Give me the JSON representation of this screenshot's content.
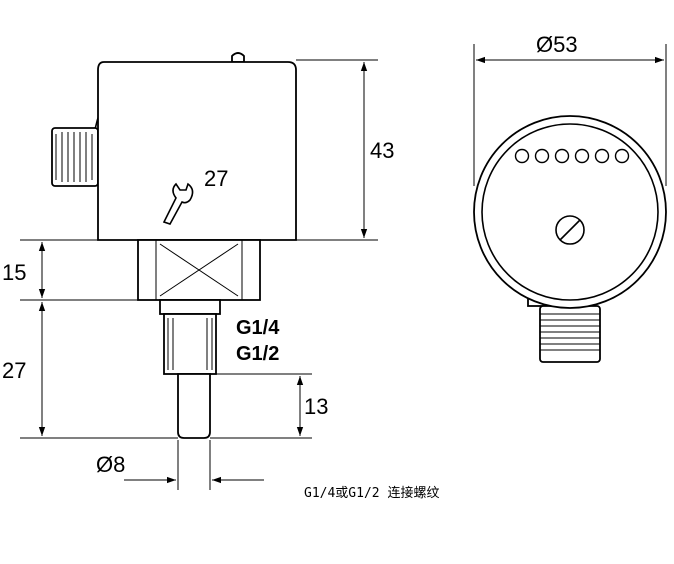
{
  "diagram": {
    "side_view": {
      "dim_height_body": "43",
      "dim_height_hex": "15",
      "dim_height_thread": "27",
      "dim_probe_length": "13",
      "dim_probe_diameter": "Ø8",
      "wrench_size": "27",
      "thread_label_1": "G1/4",
      "thread_label_2": "G1/2"
    },
    "front_view": {
      "dim_diameter": "Ø53",
      "led_count": 6
    },
    "caption": "G1/4或G1/2 连接螺纹"
  }
}
